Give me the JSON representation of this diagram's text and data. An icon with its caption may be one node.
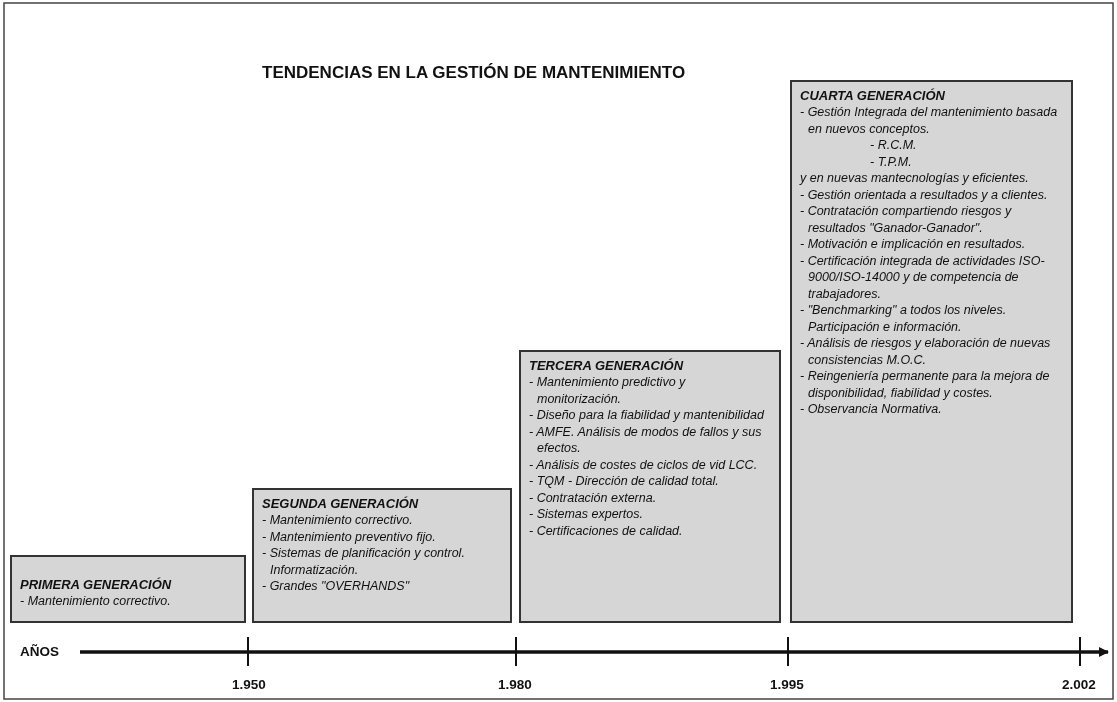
{
  "diagram": {
    "title": "TENDENCIAS EN LA GESTIÓN DE MANTENIMIENTO",
    "nodes": [
      {
        "text": [
          "PRIMERA GENERACIÓN",
          "- Mantenimiento correctivo."
        ]
      },
      {
        "text": [
          "SEGUNDA GENERACIÓN",
          "- Mantenimiento correctivo.",
          "- Mantenimiento preventivo fijo.",
          "- Sistemas de planificación y control. Informatización.",
          "- Grandes \"OVERHANDS\""
        ]
      },
      {
        "text": [
          "TERCERA GENERACIÓN",
          "- Mantenimiento predictivo y monitorización.",
          "- Diseño para la fiabilidad y mantenibilidad",
          "- AMFE. Análisis de modos de fallos y sus efectos.",
          "- Análisis de costes de ciclos de vid LCC.",
          "- TQM - Dirección de calidad total.",
          "- Contratación externa.",
          "- Sistemas expertos.",
          "- Certificaciones de calidad."
        ]
      },
      {
        "text": [
          "CUARTA GENERACIÓN",
          "- Gestión Integrada del mantenimiento basada en nuevos conceptos.",
          "- R.C.M.",
          "- T.P.M.",
          "y en nuevas mantecnologías y eficientes.",
          "- Gestión orientada a resultados y a clientes.",
          "- Contratación compartiendo riesgos y resultados \"Ganador-Ganador\".",
          "- Motivación e implicación en resultados.",
          "- Certificación integrada de actividades ISO-9000/ISO-14000 y de competencia de trabajadores.",
          "- \"Benchmarking\" a todos los niveles. Participación e información.",
          "- Análisis de riesgos y elaboración de nuevas consistencias M.O.C.",
          "- Reingeniería permanente para la mejora de disponibilidad, fiabilidad y costes.",
          "- Observancia Normativa."
        ]
      }
    ],
    "labels": [
      "AÑOS",
      "1.950",
      "1.980",
      "1.995",
      "2.002"
    ]
  }
}
